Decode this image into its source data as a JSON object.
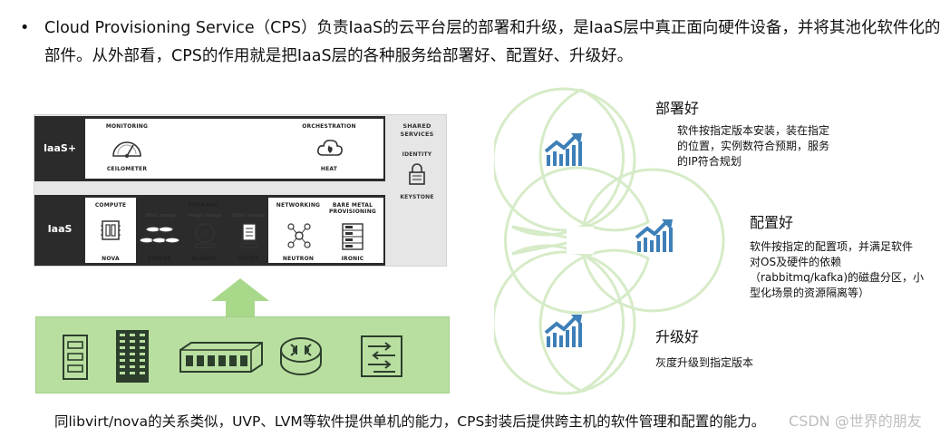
{
  "intro": {
    "bullet": "•",
    "text": "Cloud Provisioning Service（CPS）负责IaaS的云平台层的部署和升级，是IaaS层中真正面向硬件设备，并将其池化软件化的部件。从外部看，CPS的作用就是把IaaS层的各种服务给部署好、配置好、升级好。"
  },
  "diagram": {
    "iaas_plus_label": "IaaS+",
    "iaas_label": "IaaS",
    "monitoring": {
      "title": "MONITORING",
      "item": "CEILOMETER"
    },
    "orchestration": {
      "title": "ORCHESTRATION",
      "item": "HEAT"
    },
    "shared": {
      "title_1": "SHARED",
      "title_2": "SERVICES",
      "identity": "IDENTITY",
      "item": "KEYSTONE"
    },
    "compute": {
      "title": "COMPUTE",
      "item": "NOVA"
    },
    "storage": {
      "title": "STORAGE",
      "block": "Block storage",
      "image": "Image storage",
      "object": "Object storage",
      "cinder": "CINDER",
      "glance": "GLANCE",
      "swift": "SWIFT"
    },
    "networking": {
      "title": "NETWORKING",
      "item": "NEUTRON"
    },
    "baremetal": {
      "title_1": "BARE METAL",
      "title_2": "PROVISIONING",
      "item": "IRONIC"
    }
  },
  "sections": [
    {
      "title": "部署好",
      "desc": [
        "软件按指定版本安装，装在指定",
        "的位置，实例数符合预期，服务",
        "的IP符合规划"
      ]
    },
    {
      "title": "配置好",
      "desc": [
        "软件按指定的配置项，并满足软件",
        "对OS及硬件的依赖",
        "（rabbitmq/kafka)的磁盘分区，小",
        "型化场景的资源隔离等）"
      ]
    },
    {
      "title": "升级好",
      "desc": [
        "灰度升级到指定版本"
      ]
    }
  ],
  "footer": "同libvirt/nova的关系类似，UVP、LVM等软件提供单机的能力，CPS封装后提供跨主机的软件管理和配置的能力。",
  "watermark": "CSDN @世界的朋友",
  "colors": {
    "green_outline": "#d6ebc7",
    "hardware_fill": "#b9dfa0",
    "arrow_fill": "#a8d889",
    "chart_icon": "#3e7fb8",
    "band_dark": "#2b2b2b"
  }
}
